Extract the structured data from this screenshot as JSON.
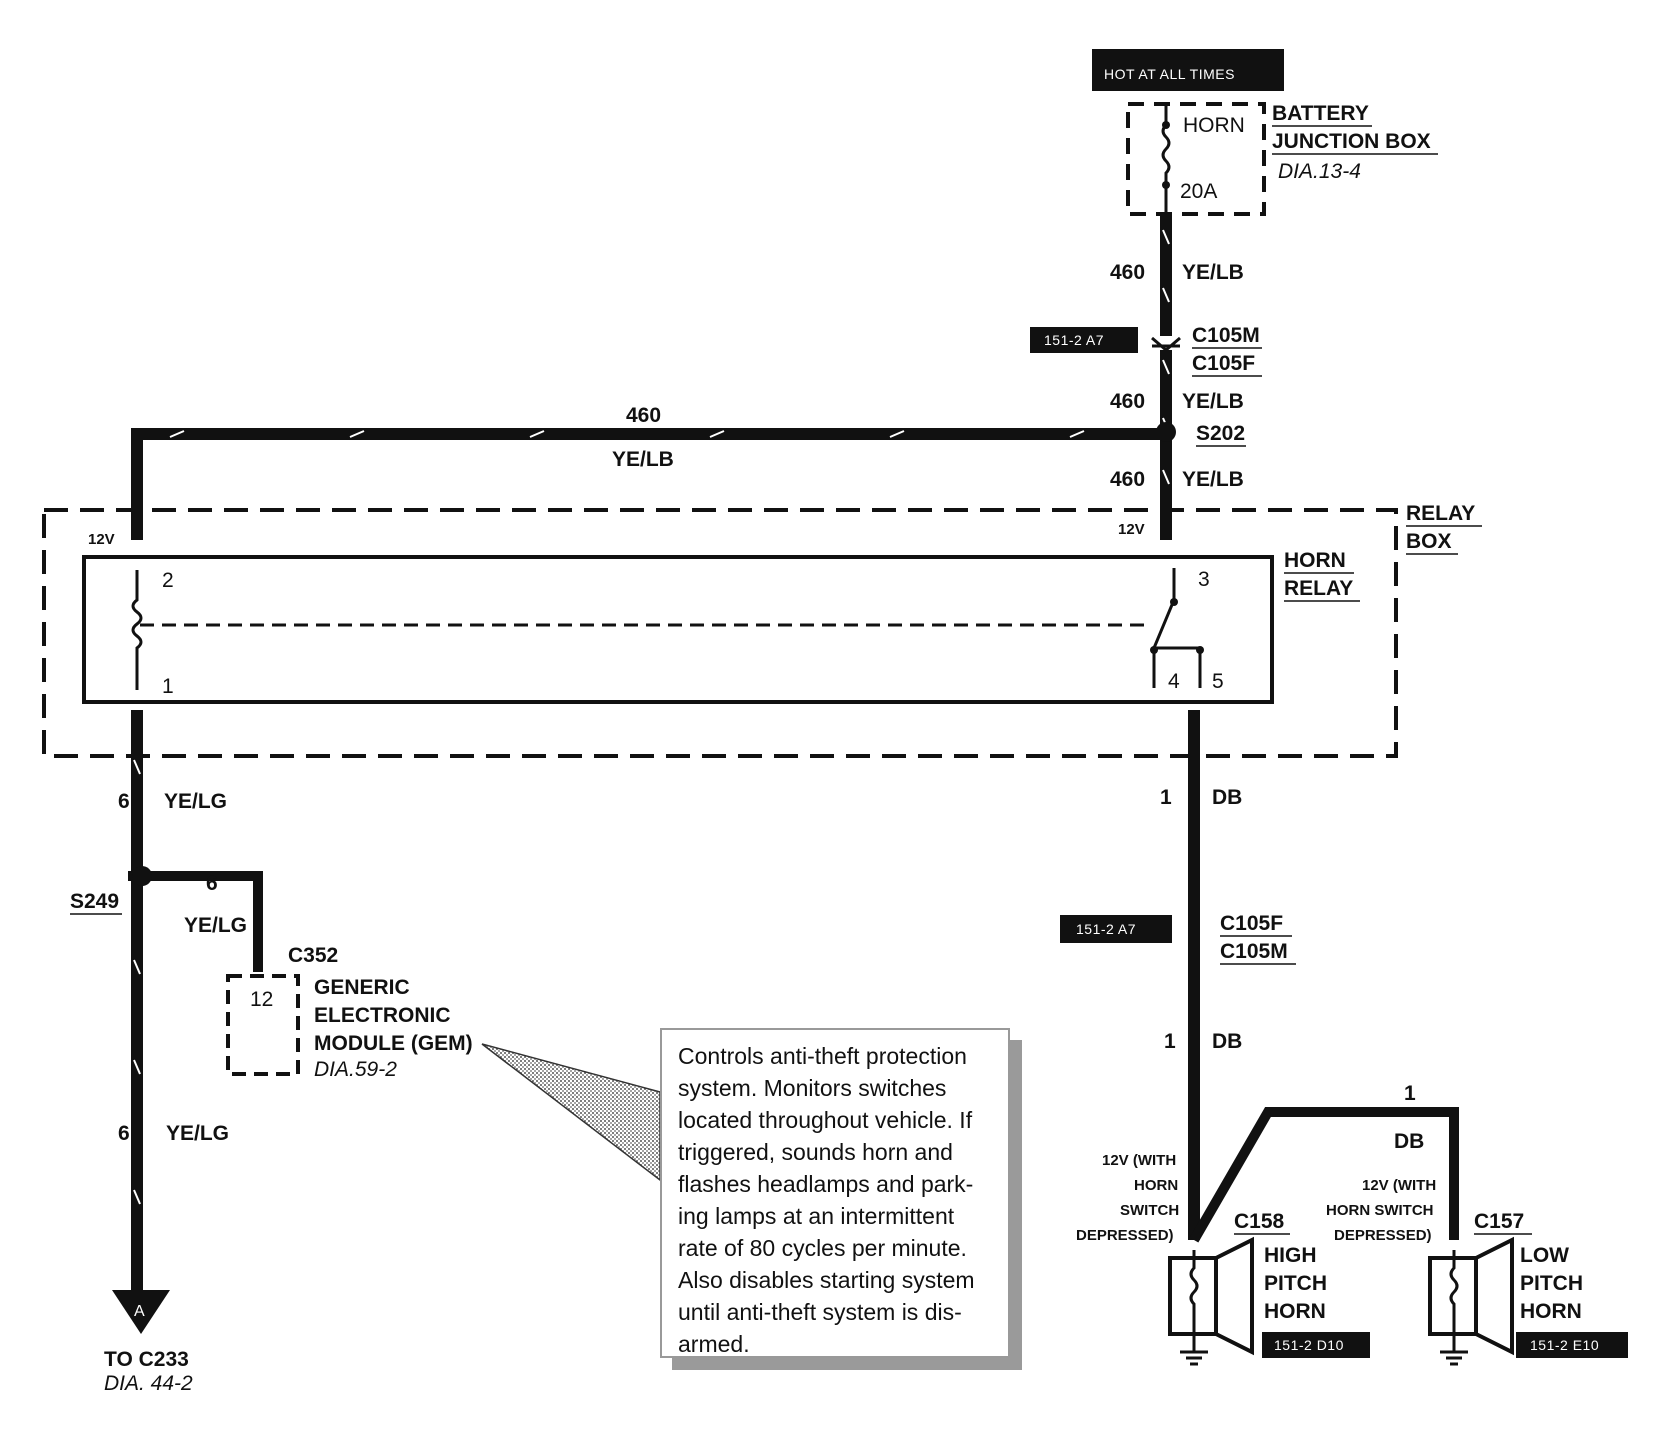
{
  "supply": {
    "hot_label": "HOT AT ALL TIMES",
    "fuse_name": "HORN",
    "fuse_rating": "20A",
    "box_line1": "BATTERY",
    "box_line2": "JUNCTION BOX",
    "box_dia": "DIA.13-4"
  },
  "wires": {
    "c460": "460",
    "ye_lb": "YE/LB",
    "c6": "6",
    "ye_lg": "YE/LG",
    "c1": "1",
    "db": "DB"
  },
  "connectors": {
    "c105m": "C105M",
    "c105f": "C105F",
    "s202": "S202",
    "s249": "S249",
    "c352": "C352",
    "c158": "C158",
    "c157": "C157"
  },
  "refs": {
    "r1": "151-2 A7",
    "r2": "151-2 A7",
    "r3": "151-2 D10",
    "r4": "151-2 E10"
  },
  "relay": {
    "box1": "RELAY",
    "box2": "BOX",
    "relay1": "HORN",
    "relay2": "RELAY",
    "v12": "12V",
    "p1": "1",
    "p2": "2",
    "p3": "3",
    "p4": "4",
    "p5": "5"
  },
  "gem": {
    "pin": "12",
    "l1": "GENERIC",
    "l2": "ELECTRONIC",
    "l3": "MODULE (GEM)",
    "dia": "DIA.59-2"
  },
  "note": [
    "Controls anti-theft protection",
    "system.  Monitors switches",
    "located throughout vehicle. If",
    "triggered, sounds horn and",
    "flashes headlamps and park-",
    "ing lamps at an intermittent",
    "rate of 80 cycles per minute.",
    "Also disables starting system",
    "until anti-theft system is dis-",
    "armed."
  ],
  "horns": {
    "high1": "HIGH",
    "high2": "PITCH",
    "high3": "HORN",
    "low1": "LOW",
    "low2": "PITCH",
    "low3": "HORN",
    "cond_h": [
      "12V (WITH",
      "HORN",
      "SWITCH",
      "DEPRESSED)"
    ],
    "cond_l": [
      "12V (WITH",
      "HORN SWITCH",
      "DEPRESSED)"
    ]
  },
  "offpage": {
    "letter": "A",
    "to": "TO C233",
    "dia": "DIA. 44-2"
  }
}
